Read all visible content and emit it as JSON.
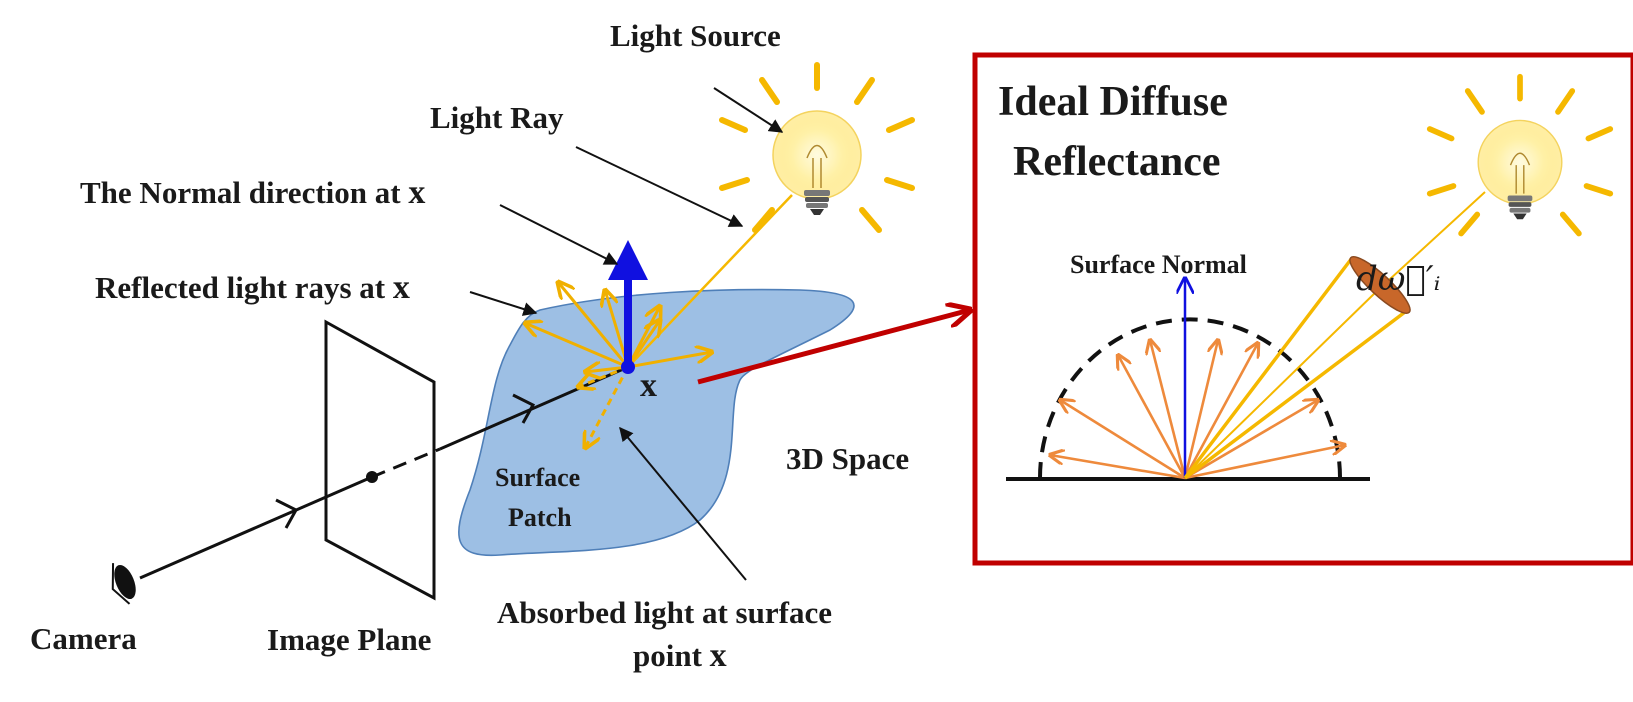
{
  "labels": {
    "light_source": "Light Source",
    "light_ray": "Light Ray",
    "normal_direction": "The Normal direction at ",
    "reflected_rays": "Reflected light rays at ",
    "point_symbol": "x",
    "surface_patch_line1": "Surface",
    "surface_patch_line2": "Patch",
    "space_3d": "3D Space",
    "absorbed_line1": "Absorbed light at surface",
    "absorbed_line2": "point ",
    "camera": "Camera",
    "image_plane": "Image Plane"
  },
  "inset": {
    "title_line1": "Ideal Diffuse",
    "title_line2": "Reflectance",
    "surface_normal": "Surface Normal",
    "solid_angle": "dω⃗′ᵢ"
  },
  "colors": {
    "surface_fill": "#9dbfe4",
    "surface_stroke": "#4f7fb8",
    "light_ray": "#f5b800",
    "reflected": "#f0b000",
    "inset_reflected": "#ee8a3c",
    "normal": "#1010e0",
    "inset_border": "#c00000",
    "pointer_arrow": "#c00000",
    "lens": "#c8672a"
  },
  "icons": [
    "lightbulb-icon",
    "eye-icon"
  ]
}
